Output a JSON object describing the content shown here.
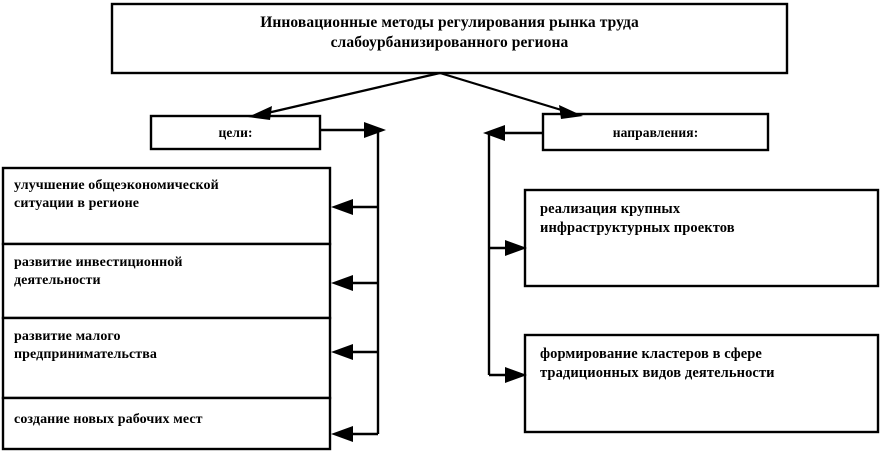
{
  "diagram": {
    "type": "hierarchical-flowchart",
    "language": "ru",
    "title_box": {
      "text": "Инновационные методы регулирования рынка труда\nслабоурбанизированного региона"
    },
    "branches": {
      "left_header": "цели:",
      "right_header": "направления:"
    },
    "goals": [
      {
        "text": "улучшение общеэкономической\nситуации в регионе"
      },
      {
        "text": "развитие инвестиционной\nдеятельности"
      },
      {
        "text": "развитие малого\nпредпринимательства"
      },
      {
        "text": "создание новых рабочих мест"
      }
    ],
    "directions": [
      {
        "text": "реализация крупных\nинфраструктурных проектов"
      },
      {
        "text": "формирование кластеров в сфере\nтрадиционных видов деятельности"
      }
    ],
    "colors": {
      "stroke": "#000000",
      "fill": "#ffffff",
      "text": "#000000"
    }
  }
}
